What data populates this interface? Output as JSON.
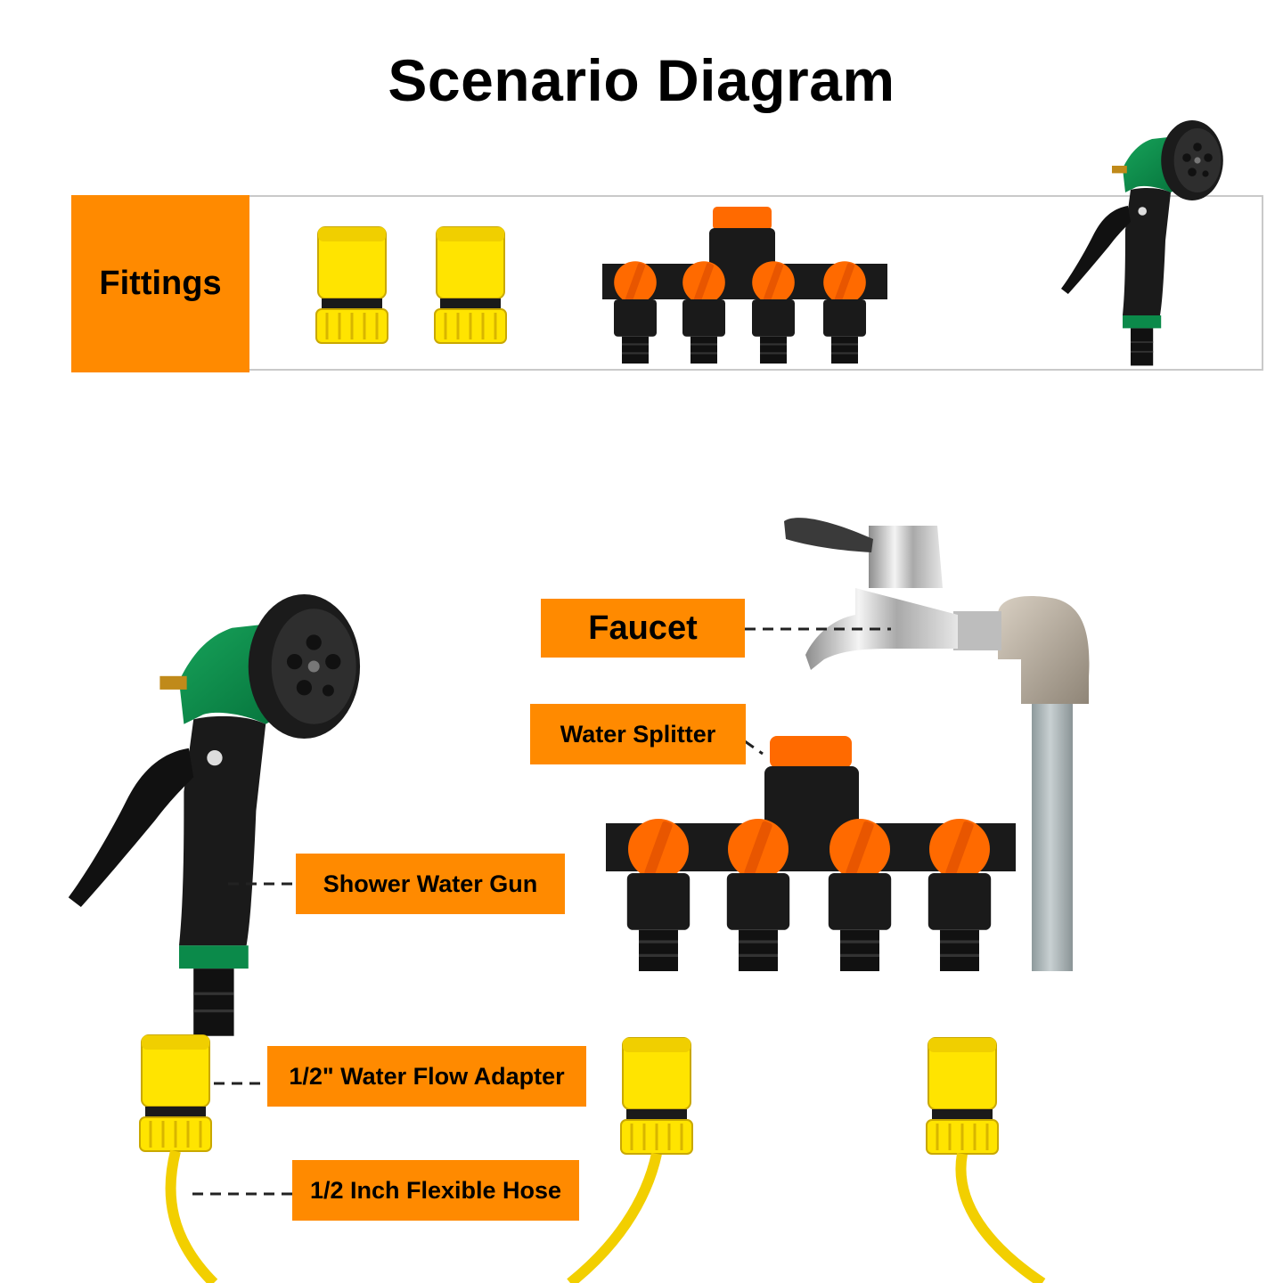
{
  "title": "Scenario Diagram",
  "fittings_label": "Fittings",
  "labels": {
    "faucet": "Faucet",
    "water_splitter": "Water Splitter",
    "shower_water_gun": "Shower Water Gun",
    "water_flow_adapter": "1/2\" Water Flow Adapter",
    "flexible_hose": "1/2 Inch Flexible Hose"
  },
  "colors": {
    "label_background": "#ff8a00",
    "adapter_yellow": "#ffe400",
    "valve_orange": "#ff6a00",
    "gun_green": "#0b8a4a",
    "hose_yellow": "#f2cf00"
  }
}
